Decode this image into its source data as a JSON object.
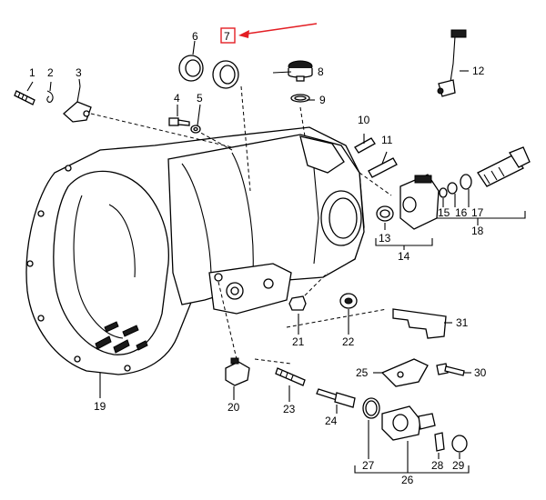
{
  "colors": {
    "highlight": "#e31e24",
    "ink": "#000000"
  },
  "labels": {
    "l1": "1",
    "l2": "2",
    "l3": "3",
    "l4": "4",
    "l5": "5",
    "l6": "6",
    "l7": "7",
    "l8": "8",
    "l9": "9",
    "l10": "10",
    "l11": "11",
    "l12": "12",
    "l13": "13",
    "l14": "14",
    "l15": "15",
    "l16": "16",
    "l17": "17",
    "l18": "18",
    "l19": "19",
    "l20": "20",
    "l21": "21",
    "l22": "22",
    "l23": "23",
    "l24": "24",
    "l25": "25",
    "l26": "26",
    "l27": "27",
    "l28": "28",
    "l29": "29",
    "l30": "30",
    "l31": "31"
  },
  "highlighted_part": "7"
}
